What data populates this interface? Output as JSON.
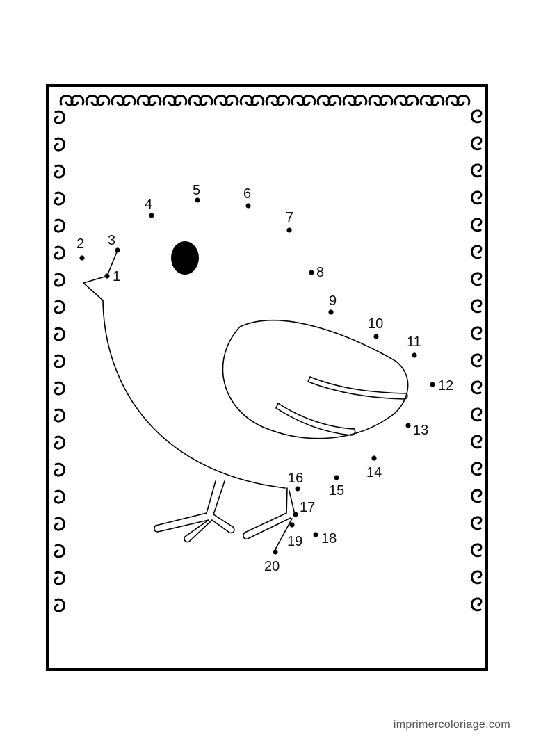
{
  "worksheet": {
    "points": [
      {
        "n": "1"
      },
      {
        "n": "2"
      },
      {
        "n": "3"
      },
      {
        "n": "4"
      },
      {
        "n": "5"
      },
      {
        "n": "6"
      },
      {
        "n": "7"
      },
      {
        "n": "8"
      },
      {
        "n": "9"
      },
      {
        "n": "10"
      },
      {
        "n": "11"
      },
      {
        "n": "12"
      },
      {
        "n": "13"
      },
      {
        "n": "14"
      },
      {
        "n": "15"
      },
      {
        "n": "16"
      },
      {
        "n": "17"
      },
      {
        "n": "18"
      },
      {
        "n": "19"
      },
      {
        "n": "20"
      }
    ]
  },
  "footer": {
    "website": "imprimercoloriage.com"
  }
}
